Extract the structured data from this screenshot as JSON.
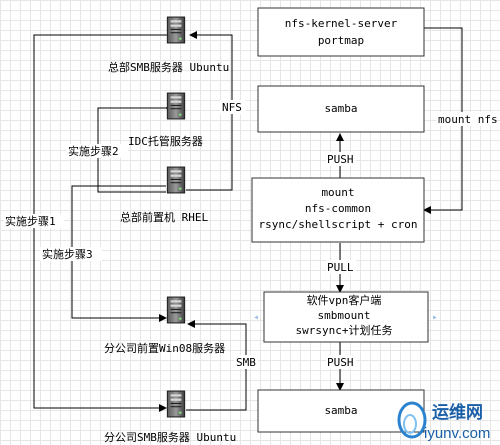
{
  "servers": {
    "hq_smb": "总部SMB服务器 Ubuntu",
    "idc": "IDC托管服务器",
    "hq_front": "总部前置机 RHEL",
    "branch_front": "分公司前置Win08服务器",
    "branch_smb": "分公司SMB服务器 Ubuntu"
  },
  "boxes": {
    "nfs_server": [
      "nfs-kernel-server",
      "portmap"
    ],
    "samba_top": [
      "samba"
    ],
    "mount": [
      "mount",
      "nfs-common",
      "rsync/shellscript + cron"
    ],
    "vpn": [
      "软件vpn客户端",
      "smbmount",
      "swrsync+计划任务"
    ],
    "samba_bottom": [
      "samba"
    ]
  },
  "labels": {
    "nfs": "NFS",
    "mount_nfs": "mount nfs",
    "push_top": "PUSH",
    "pull": "PULL",
    "push_bottom": "PUSH",
    "smb": "SMB",
    "step1": "实施步骤1",
    "step2": "实施步骤2",
    "step3": "实施步骤3"
  },
  "watermark": {
    "name": "运维网",
    "url": "iyunv.com"
  }
}
